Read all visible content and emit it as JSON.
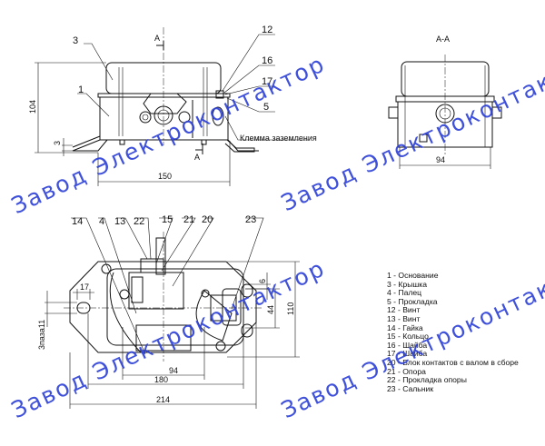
{
  "top_view": {
    "callouts": [
      "3",
      "1",
      "12",
      "16",
      "17",
      "5"
    ],
    "section_mark": "A",
    "dim_height": "104",
    "dim_small": "3",
    "dim_width": "150",
    "ground_label": "Клемма заземления"
  },
  "section_view": {
    "title": "А-А",
    "dim_width": "94"
  },
  "bottom_view": {
    "callouts": [
      "14",
      "4",
      "13",
      "22",
      "15",
      "21",
      "20",
      "23"
    ],
    "dim_slot": "17",
    "dim_slot_side": "3паза11",
    "dim_6": "6",
    "dim_44": "44",
    "dim_110": "110",
    "dim_94": "94",
    "dim_180": "180",
    "dim_214": "214"
  },
  "legend": [
    "1 - Основание",
    "3 - Крышка",
    "4 - Палец",
    "5 - Прокладка",
    "12 - Винт",
    "13 - Винт",
    "14 - Гайка",
    "15 - Кольцо",
    "16 - Шайба",
    "17 - Шайба",
    "20 - Блок контактов с валом в сборе",
    "21 - Опора",
    "22 - Прокладка опоры",
    "23 - Сальник"
  ],
  "watermark": "Завод Электроконтактор",
  "colors": {
    "watermark": "#2b3fd6",
    "lines": "#111111"
  }
}
